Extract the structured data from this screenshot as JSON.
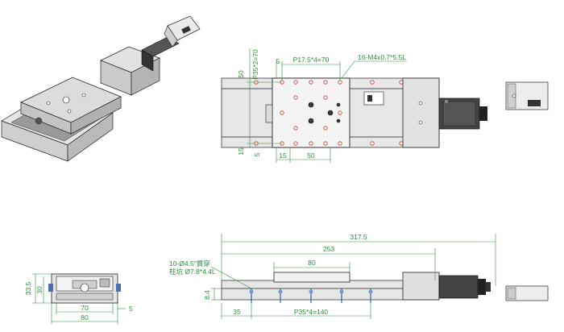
{
  "top_view": {
    "dim_5_top": "5",
    "dim_pitch_x": "P17.5*4=70",
    "dim_thread": "16-M4x0.7*5.5L",
    "dim_pitch_y": "P35*2=70",
    "dim_50_left": "50",
    "dim_15_left": "15",
    "dim_5_left": "5",
    "dim_15_bottom": "15",
    "dim_50_bottom": "50"
  },
  "end_view": {
    "dim_33_5": "33.5",
    "dim_30": "30",
    "dim_70": "70",
    "dim_80": "80",
    "dim_5": "5"
  },
  "side_view": {
    "dim_317_5": "317.5",
    "dim_253": "253",
    "dim_80": "80",
    "dim_8_4": "8.4",
    "dim_35": "35",
    "dim_pitch": "P35*4=140",
    "note_line1": "10-Ø4.5\"貫穿",
    "note_line2": "柱坑 Ø7.8*4.4L"
  },
  "colors": {
    "dimension": "#2e8b3a",
    "hole_marker": "#c0392b",
    "outline": "#222222"
  }
}
